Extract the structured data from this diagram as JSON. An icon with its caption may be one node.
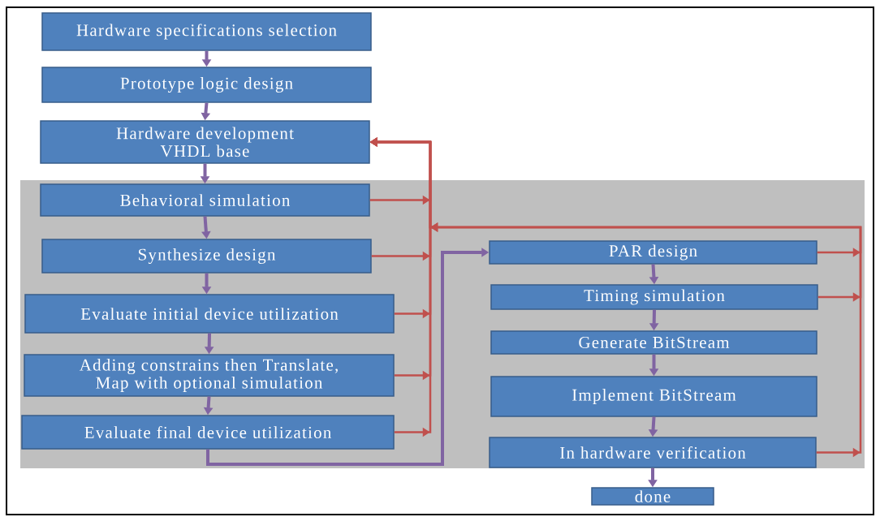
{
  "diagram": {
    "nodes": [
      {
        "text": [
          "Hardware specifications selection"
        ]
      },
      {
        "text": [
          "Prototype logic design"
        ]
      },
      {
        "text": [
          "Hardware development VHDL base"
        ]
      },
      {
        "text": [
          "Behavioral simulation"
        ]
      },
      {
        "text": [
          "Synthesize design"
        ]
      },
      {
        "text": [
          "Evaluate initial device utilization"
        ]
      },
      {
        "text": [
          "Adding constrains then Translate, Map with optional simulation"
        ]
      },
      {
        "text": [
          "Evaluate final device utilization"
        ]
      },
      {
        "text": [
          "PAR design"
        ]
      },
      {
        "text": [
          "Timing simulation"
        ]
      },
      {
        "text": [
          "Generate BitStream"
        ]
      },
      {
        "text": [
          "Implement BitStream"
        ]
      },
      {
        "text": [
          "In hardware verification"
        ]
      },
      {
        "text": [
          "done"
        ]
      }
    ],
    "edges": [
      {
        "from": 0,
        "to": 1,
        "arrow": "to"
      },
      {
        "from": 1,
        "to": 2,
        "arrow": "to"
      },
      {
        "from": 2,
        "to": 3,
        "arrow": "to"
      },
      {
        "from": 3,
        "to": 4,
        "arrow": "to"
      },
      {
        "from": 4,
        "to": 5,
        "arrow": "to"
      },
      {
        "from": 5,
        "to": 6,
        "arrow": "to"
      },
      {
        "from": 6,
        "to": 7,
        "arrow": "to"
      },
      {
        "from": 7,
        "to": 8,
        "arrow": "to"
      },
      {
        "from": 8,
        "to": 9,
        "arrow": "to"
      },
      {
        "from": 9,
        "to": 10,
        "arrow": "to"
      },
      {
        "from": 10,
        "to": 11,
        "arrow": "to"
      },
      {
        "from": 11,
        "to": 12,
        "arrow": "to"
      },
      {
        "from": 12,
        "to": 13,
        "arrow": "to"
      },
      {
        "from": 3,
        "to": 2,
        "arrow": "to",
        "color": "#c0504d"
      },
      {
        "from": 4,
        "to": 2,
        "arrow": "to",
        "color": "#c0504d"
      },
      {
        "from": 5,
        "to": 2,
        "arrow": "to",
        "color": "#c0504d"
      },
      {
        "from": 6,
        "to": 2,
        "arrow": "to",
        "color": "#c0504d"
      },
      {
        "from": 7,
        "to": 2,
        "arrow": "to",
        "color": "#c0504d"
      },
      {
        "from": 8,
        "to": 2,
        "arrow": "to",
        "color": "#c0504d"
      },
      {
        "from": 9,
        "to": 2,
        "arrow": "to",
        "color": "#c0504d"
      },
      {
        "from": 12,
        "to": 2,
        "arrow": "to",
        "color": "#c0504d"
      }
    ]
  }
}
